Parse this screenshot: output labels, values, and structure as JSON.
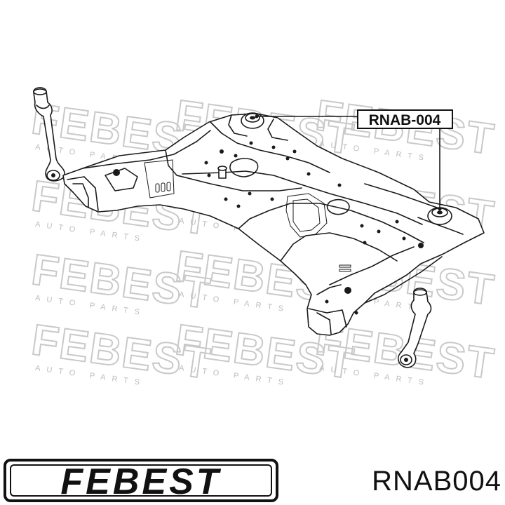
{
  "watermark": {
    "brand": "FEBEST",
    "subtitle": "AUTO PARTS"
  },
  "callout": {
    "label": "RNAB-004"
  },
  "logo": {
    "text": "FEBEST"
  },
  "part_number": "RNAB004",
  "colors": {
    "line": "#1a1a1a",
    "watermark": "#c9c9c9",
    "background": "#ffffff"
  }
}
